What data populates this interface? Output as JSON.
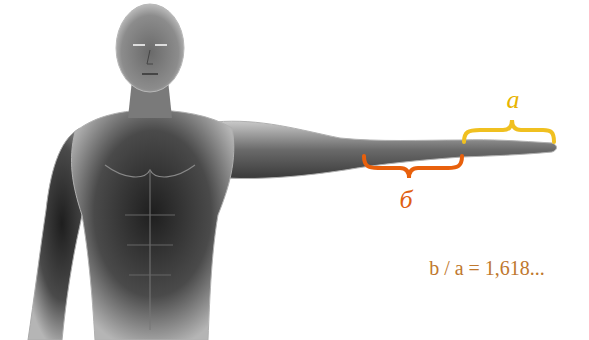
{
  "diagram": {
    "labels": [
      "a",
      "б",
      "b / a = 1,618..."
    ]
  }
}
